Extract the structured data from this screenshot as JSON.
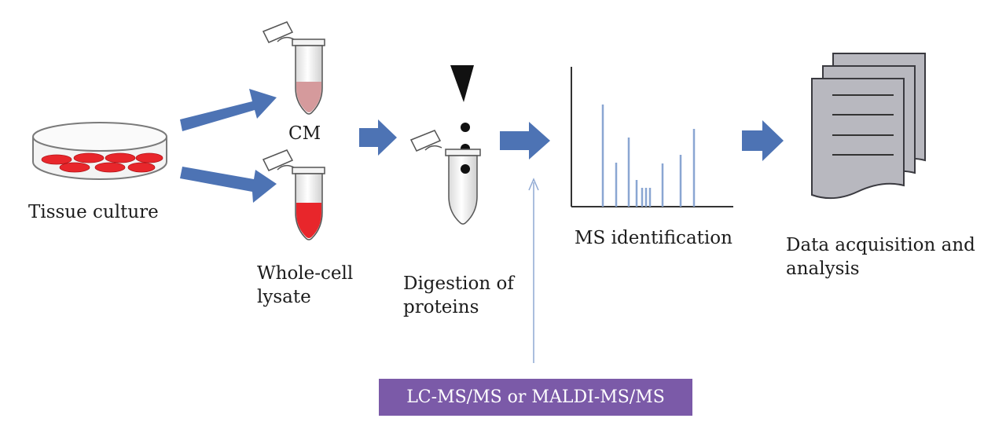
{
  "labels": {
    "tissue_culture": "Tissue culture",
    "cm": "CM",
    "whole_cell_line1": "Whole-cell",
    "whole_cell_line2": "lysate",
    "digestion_line1": "Digestion of",
    "digestion_line2": "proteins",
    "ms_identification": "MS identification",
    "data_line1": "Data acquisition and",
    "data_line2": "analysis"
  },
  "method_box": "LC-MS/MS or MALDI-MS/MS",
  "colors": {
    "flow_arrow": "#4d73b4",
    "thin_arrow": "#8fa9d3",
    "cell_red": "#e8262b",
    "cm_medium": "#d59a9c",
    "lysate": "#e8262b",
    "spectrum_line": "#8aa6d2",
    "document": "#b8b8bf",
    "method_box": "#7b5aa8"
  }
}
